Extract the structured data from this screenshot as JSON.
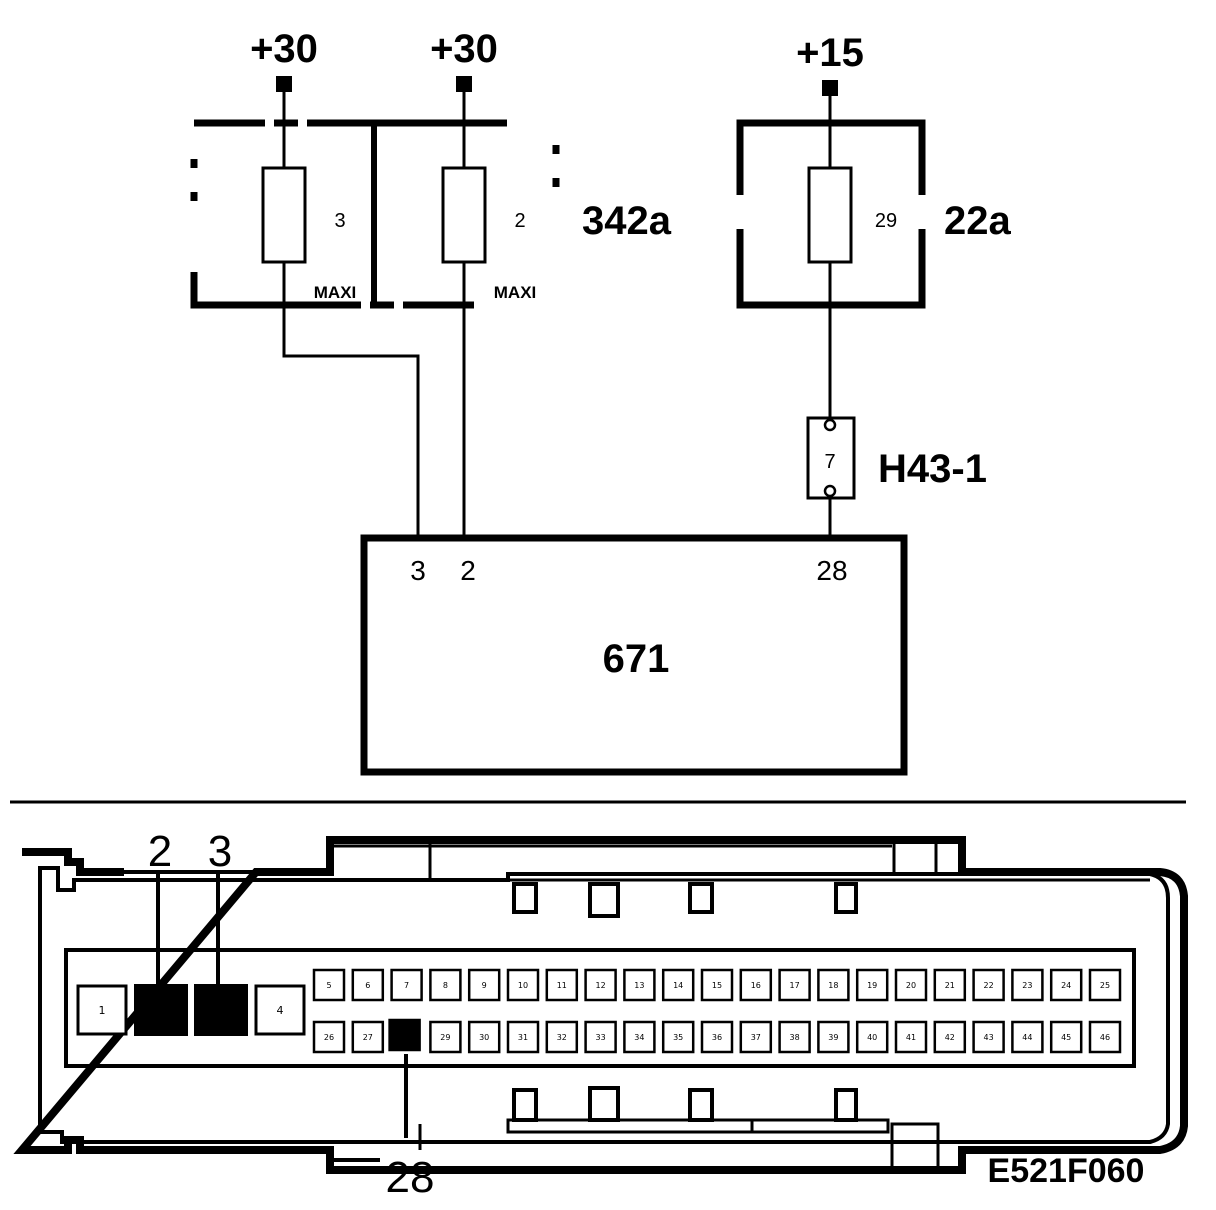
{
  "supplies": [
    {
      "label": "+30"
    },
    {
      "label": "+30"
    },
    {
      "label": "+15"
    }
  ],
  "fuse_boxes": [
    {
      "id": "342a",
      "fuses": [
        {
          "num": "3",
          "type": "MAXI"
        },
        {
          "num": "2",
          "type": "MAXI"
        }
      ]
    },
    {
      "id": "22a",
      "fuses": [
        {
          "num": "29"
        }
      ]
    }
  ],
  "connector_h43": {
    "id": "H43-1",
    "pin": "7"
  },
  "module": {
    "id": "671",
    "pins": [
      "3",
      "2",
      "28"
    ]
  },
  "pinout": {
    "top_callouts": [
      "2",
      "3"
    ],
    "bottom_callout": "28",
    "big_pins": [
      "1",
      "4"
    ],
    "row1": [
      "5",
      "6",
      "7",
      "8",
      "9",
      "10",
      "11",
      "12",
      "13",
      "14",
      "15",
      "16",
      "17",
      "18",
      "19",
      "20",
      "21",
      "22",
      "23",
      "24",
      "25"
    ],
    "row2": [
      "26",
      "27",
      "29",
      "30",
      "31",
      "32",
      "33",
      "34",
      "35",
      "36",
      "37",
      "38",
      "39",
      "40",
      "41",
      "42",
      "43",
      "44",
      "45",
      "46"
    ]
  },
  "drawing_code": "E521F060"
}
